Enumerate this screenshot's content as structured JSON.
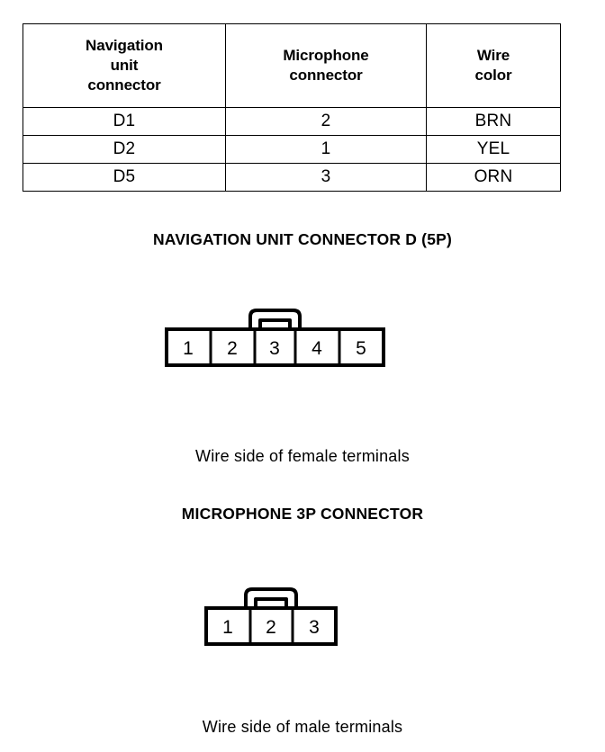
{
  "table": {
    "headers": [
      {
        "lines": [
          "Navigation",
          "unit",
          "connector"
        ]
      },
      {
        "lines": [
          "Microphone",
          "connector"
        ]
      },
      {
        "lines": [
          "Wire",
          "color"
        ]
      }
    ],
    "rows": [
      {
        "nav_unit_connector": "D1",
        "microphone_connector": "2",
        "wire_color": "BRN"
      },
      {
        "nav_unit_connector": "D2",
        "microphone_connector": "1",
        "wire_color": "YEL"
      },
      {
        "nav_unit_connector": "D5",
        "microphone_connector": "3",
        "wire_color": "ORN"
      }
    ]
  },
  "navigation_connector": {
    "heading": "NAVIGATION UNIT CONNECTOR D (5P)",
    "pins": [
      "1",
      "2",
      "3",
      "4",
      "5"
    ],
    "caption": "Wire side of female terminals"
  },
  "microphone_connector": {
    "heading": "MICROPHONE 3P CONNECTOR",
    "pins": [
      "1",
      "2",
      "3"
    ],
    "caption": "Wire side of male terminals"
  },
  "colors": {
    "ink": "#000000",
    "background": "#ffffff"
  }
}
